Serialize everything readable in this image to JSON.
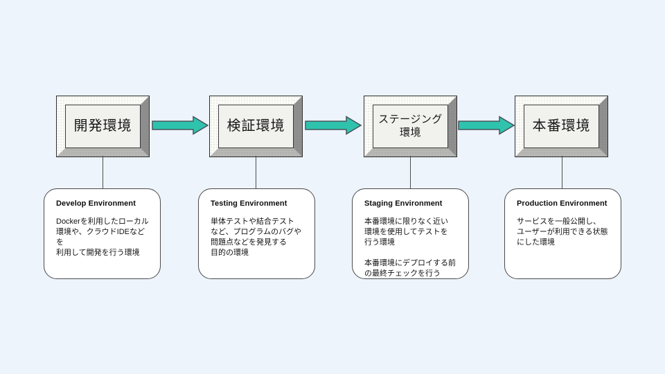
{
  "colors": {
    "bg": "#edf4fc",
    "arrow": "#2fc3ae",
    "arrowline": "#4a545a",
    "bevellight": "#fbfbf8",
    "bevelright": "#8f8f8f",
    "bevelbottom": "#b7b7b4",
    "panel": "#f1f1ee",
    "edge": "#2b2b2b",
    "line": "#4d4d4d",
    "cardborder": "#4a4a4a",
    "text": "#1a1a1a"
  },
  "stages": [
    {
      "box_label": "開発環境",
      "desc_title": "Develop Environment",
      "desc_body": "Dockerを利用したローカル\n環境や、クラウドIDEなどを\n利用して開発を行う環境"
    },
    {
      "box_label": "検証環境",
      "desc_title": "Testing Environment",
      "desc_body": "単体テストや結合テスト\nなど、プログラムのバグや\n問題点などを発見する\n目的の環境"
    },
    {
      "box_label": "ステージング\n環境",
      "desc_title": "Staging Environment",
      "desc_body": "本番環境に限りなく近い\n環境を使用してテストを\n行う環境\n\n本番環境にデプロイする前\nの最終チェックを行う"
    },
    {
      "box_label": "本番環境",
      "desc_title": "Production Environment",
      "desc_body": "サービスを一般公開し、\nユーザーが利用できる状態\nにした環境"
    }
  ]
}
